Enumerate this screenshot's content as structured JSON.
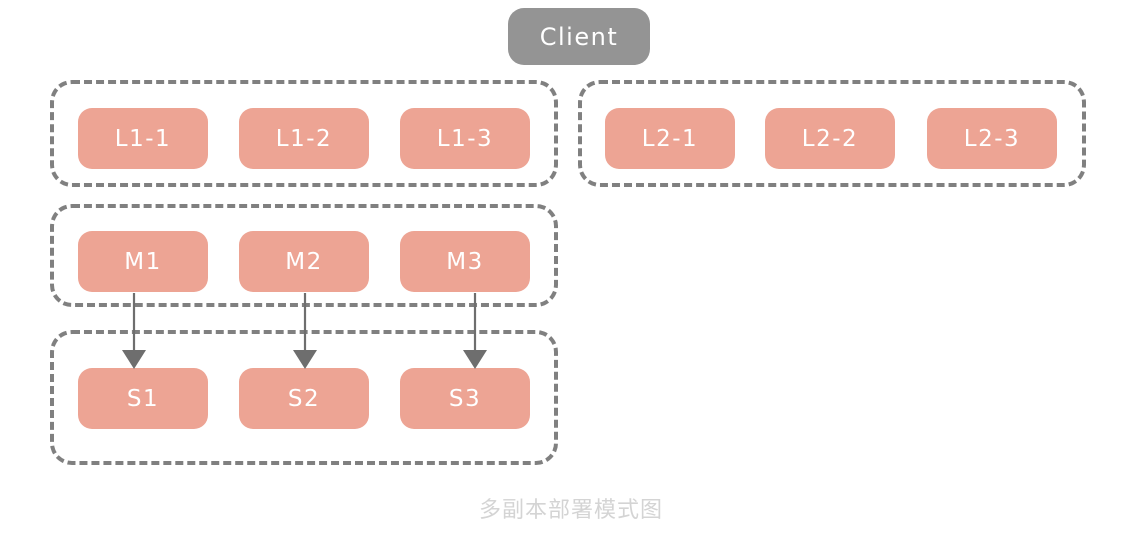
{
  "diagram": {
    "caption": "多副本部署模式图",
    "colors": {
      "node_fill": "#eda494",
      "client_fill": "#949494",
      "group_border": "#808080",
      "arrow": "#6e6e6e",
      "node_text": "#ffffff",
      "caption_text": "#d4d4d4",
      "background": "#ffffff"
    },
    "client": {
      "label": "Client"
    },
    "groups": [
      {
        "id": "group-l1",
        "nodes": [
          {
            "id": "l1-1",
            "label": "L1-1"
          },
          {
            "id": "l1-2",
            "label": "L1-2"
          },
          {
            "id": "l1-3",
            "label": "L1-3"
          }
        ]
      },
      {
        "id": "group-l2",
        "nodes": [
          {
            "id": "l2-1",
            "label": "L2-1"
          },
          {
            "id": "l2-2",
            "label": "L2-2"
          },
          {
            "id": "l2-3",
            "label": "L2-3"
          }
        ]
      },
      {
        "id": "group-m",
        "nodes": [
          {
            "id": "m1",
            "label": "M1"
          },
          {
            "id": "m2",
            "label": "M2"
          },
          {
            "id": "m3",
            "label": "M3"
          }
        ]
      },
      {
        "id": "group-s",
        "nodes": [
          {
            "id": "s1",
            "label": "S1"
          },
          {
            "id": "s2",
            "label": "S2"
          },
          {
            "id": "s3",
            "label": "S3"
          }
        ]
      }
    ],
    "connections": [
      {
        "from": "m1",
        "to": "s1"
      },
      {
        "from": "m2",
        "to": "s2"
      },
      {
        "from": "m3",
        "to": "s3"
      }
    ]
  }
}
